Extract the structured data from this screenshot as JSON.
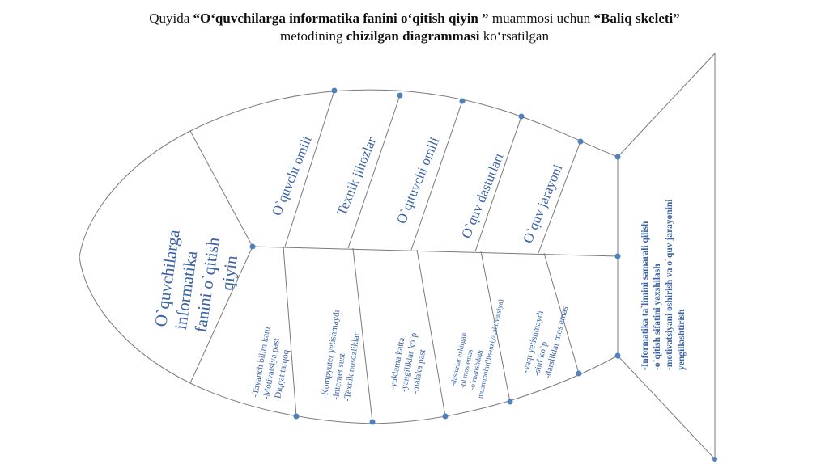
{
  "title": {
    "line1_a": "Quyida ",
    "line1_b": "“O‘quvchilarga informatika fanini o‘qitish qiyin ”",
    "line1_c": " muammosi uchun ",
    "line1_d": "“Baliq skeleti”",
    "line2_a": "metodining ",
    "line2_b": "chizilgan diagrammasi",
    "line2_c": " ko‘rsatilgan"
  },
  "head": {
    "lines": [
      "O`quvchilarga",
      "informatika",
      "fanini o`qitish",
      "qiyin"
    ]
  },
  "top_causes": [
    "O`quvchi omili",
    "Texnik jihozlar",
    "O`qituvchi omili",
    "O`quv dasturlari",
    "O`quv jarayoni"
  ],
  "bottom_groups": [
    {
      "lines": [
        "-Tayanch bilim kam",
        "-Motivatsiya past",
        "-Diqqat tarqoq"
      ]
    },
    {
      "lines": [
        "-Kompyuter yetishmaydi",
        "-Internet sust",
        "-Texnik nosozliklar"
      ]
    },
    {
      "lines": [
        "-yuklama katta",
        "-yangiliklar ko`p",
        "-malaka past"
      ]
    },
    {
      "lines": [
        "-dasturlar eskirgan",
        "-til mos emas",
        "-o`rnatishdagi",
        "muammolar(litsenziya,aktivatsiya)"
      ]
    },
    {
      "lines": [
        "-vaqt yetishmaydi",
        "-sinf ko`p",
        "-darsliklar mos emas"
      ]
    }
  ],
  "goal": {
    "lines": [
      "-Informatika ta`limini samarali qilish",
      "-o`qitish sifatini yaxshilash",
      "-motivatsiyani oshirish va o`quv jarayonini",
      "yengillashtirish"
    ]
  },
  "colors": {
    "outline": "#7a7a7a",
    "text": "#3a63a8",
    "dot": "#4f81bd"
  }
}
